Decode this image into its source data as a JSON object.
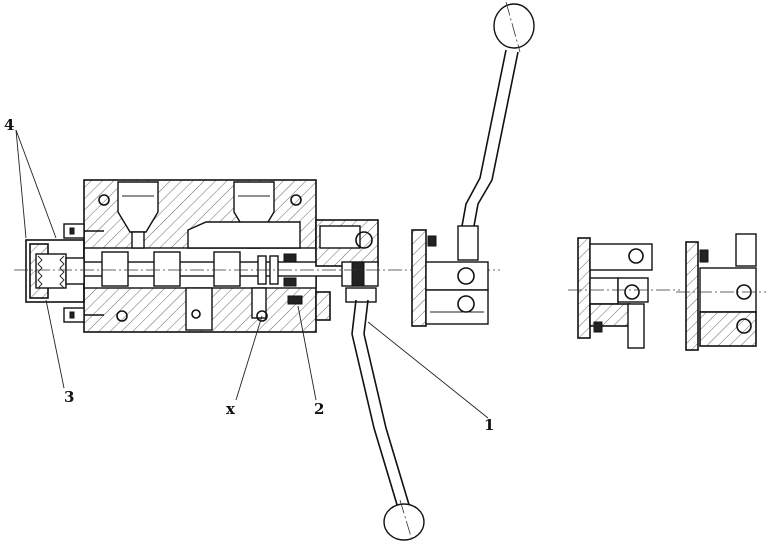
{
  "labels": {
    "l1": "1",
    "l2": "2",
    "l3": "3",
    "l4": "4",
    "lx": "x"
  },
  "colors": {
    "ink": "#111111",
    "paper": "#ffffff"
  }
}
